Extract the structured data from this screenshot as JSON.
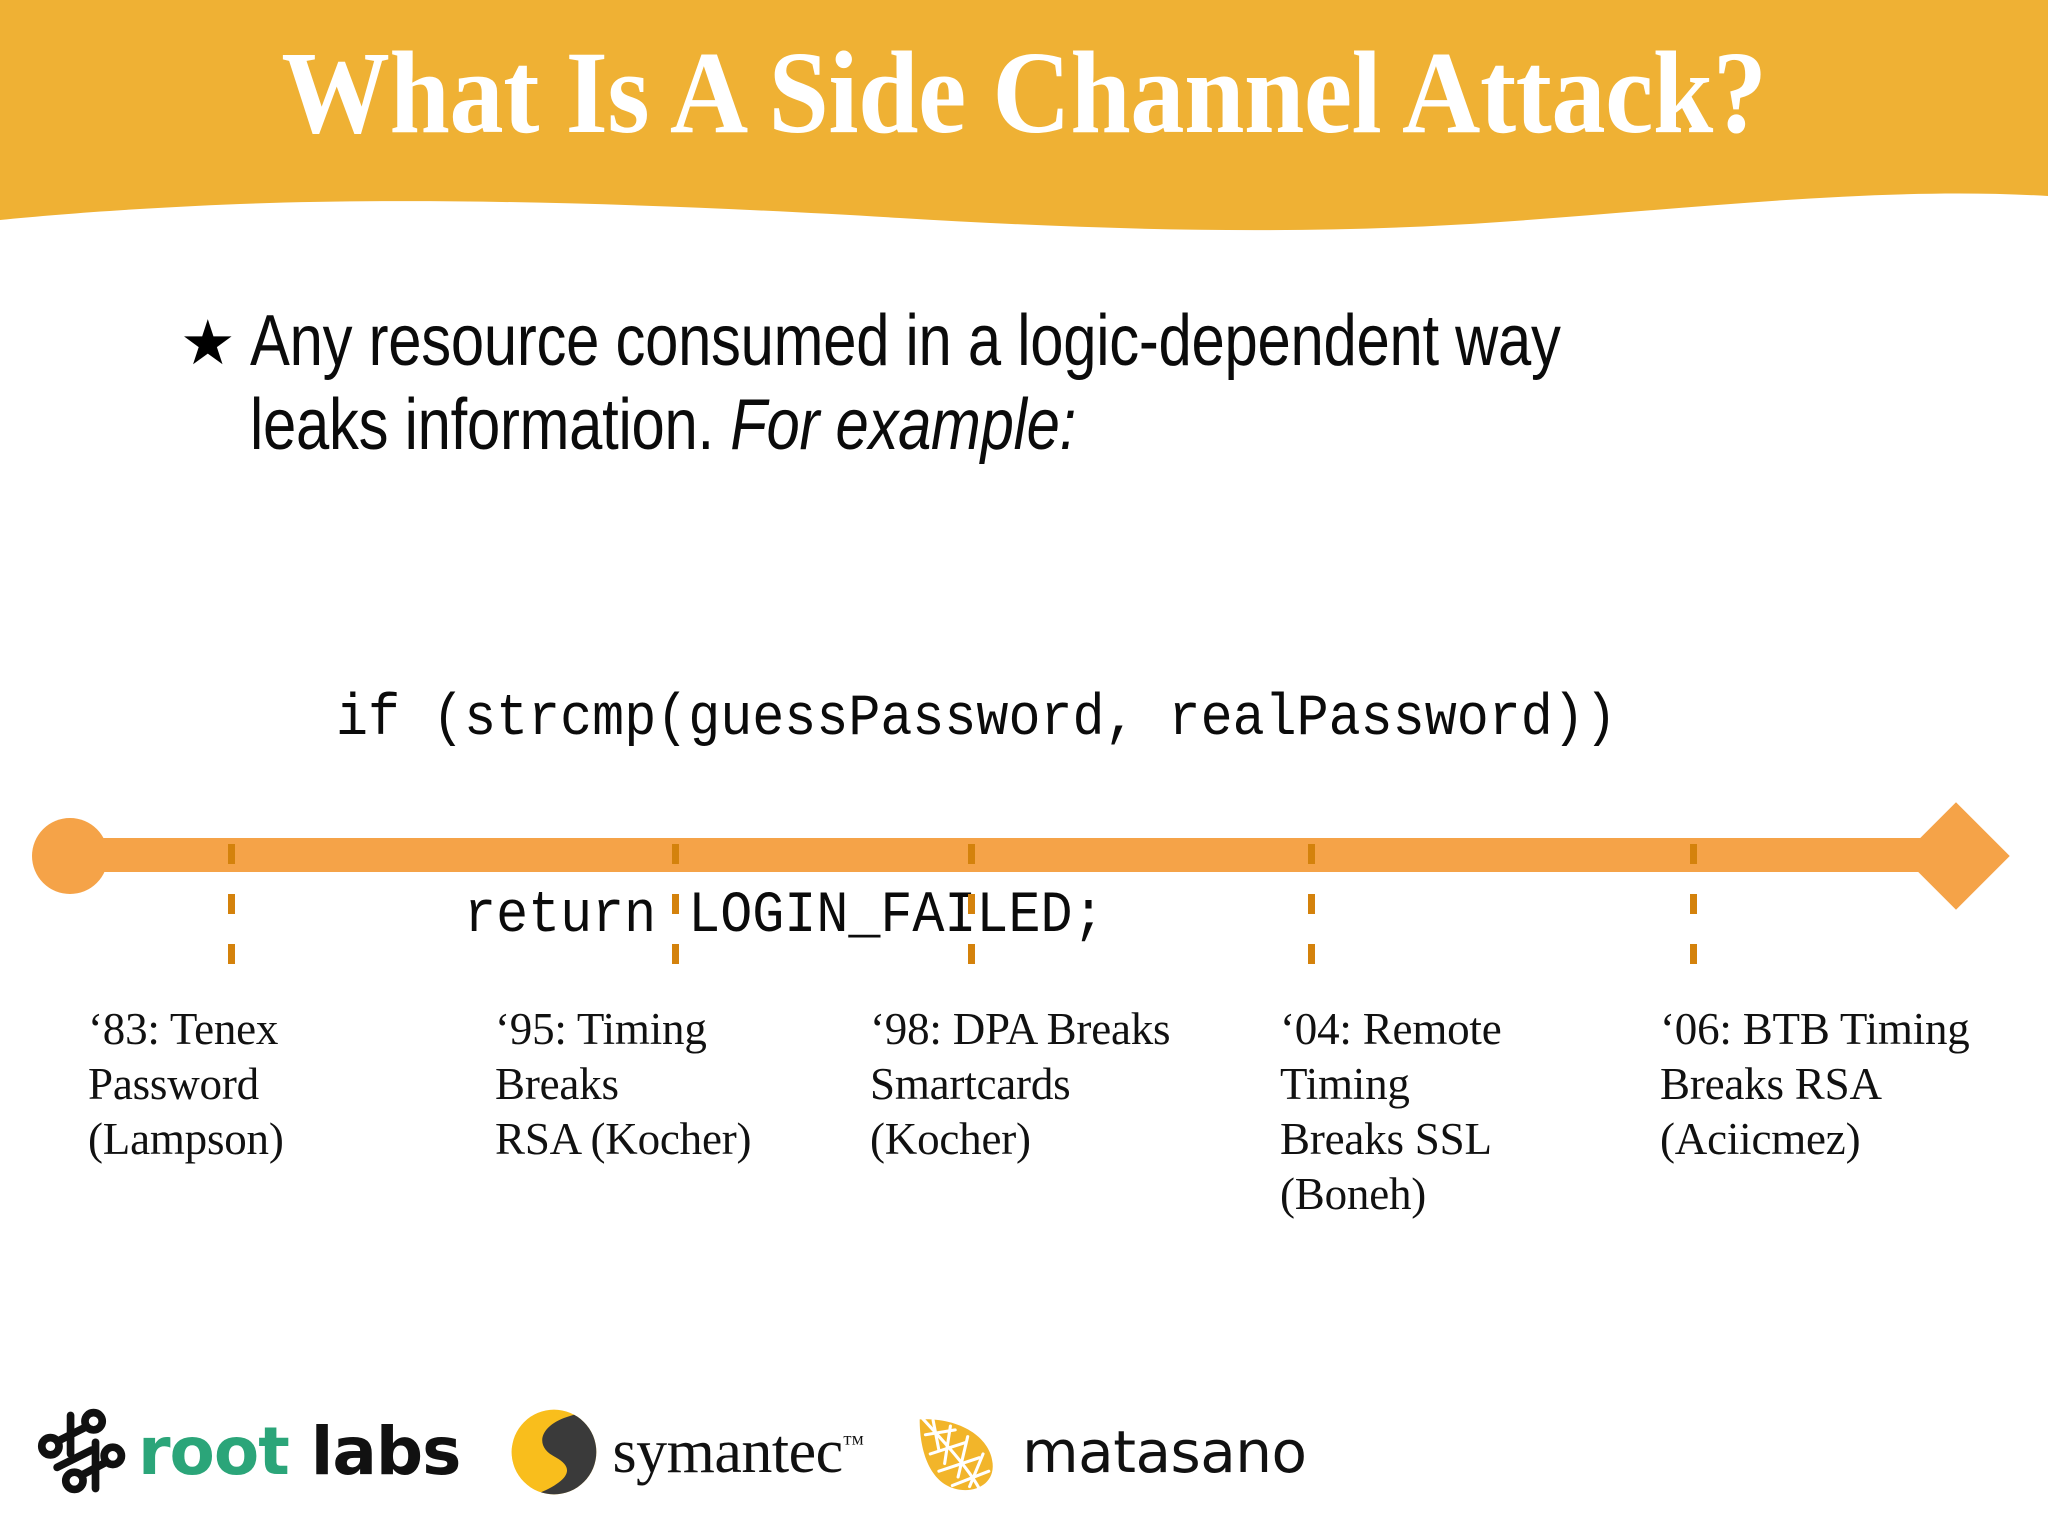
{
  "slide": {
    "title": "What Is A Side Channel Attack?",
    "header_color": "#EFB134",
    "background_color": "#FFFFFF"
  },
  "bullet": {
    "marker": "★",
    "text_main": "Any resource consumed in a logic-dependent way leaks information. ",
    "text_emphasis": "For example:"
  },
  "code": {
    "line1": "if (strcmp(guessPassword, realPassword))",
    "line2": "return LOGIN_FAILED;"
  },
  "timeline": {
    "bar_color": "#F5A348",
    "tick_color": "#D4820C",
    "start_marker": "circle",
    "end_marker": "diamond",
    "events": [
      {
        "year": "‘83:",
        "label": "‘83: Tenex Password (Lampson)",
        "line1": "‘83: Tenex",
        "line2": "Password (Lampson)",
        "line3": ""
      },
      {
        "year": "‘95:",
        "label": "‘95: Timing Breaks RSA (Kocher)",
        "line1": "‘95: Timing Breaks",
        "line2": "RSA (Kocher)",
        "line3": ""
      },
      {
        "year": "‘98:",
        "label": "‘98: DPA Breaks Smartcards (Kocher)",
        "line1": "‘98: DPA Breaks",
        "line2": "Smartcards (Kocher)",
        "line3": ""
      },
      {
        "year": "‘04:",
        "label": "‘04: Remote Timing Breaks SSL (Boneh)",
        "line1": "‘04: Remote Timing",
        "line2": "Breaks SSL (Boneh)",
        "line3": ""
      },
      {
        "year": "‘06:",
        "label": "‘06: BTB Timing Breaks RSA (Aciicmez)",
        "line1": "‘06: BTB Timing",
        "line2": "Breaks RSA",
        "line3": "(Aciicmez)"
      }
    ]
  },
  "footer": {
    "logos": [
      {
        "name": "root labs",
        "word_a": "root",
        "word_b": " labs",
        "color_a": "#2BA579",
        "color_b": "#111111"
      },
      {
        "name": "symantec",
        "word": "symantec",
        "trademark": "™",
        "color": "#111111",
        "mark_colors": [
          "#F9BE1C",
          "#3A3A3A"
        ]
      },
      {
        "name": "matasano",
        "word": "matasano",
        "color": "#111111",
        "mark_color": "#F2B52A"
      }
    ]
  }
}
